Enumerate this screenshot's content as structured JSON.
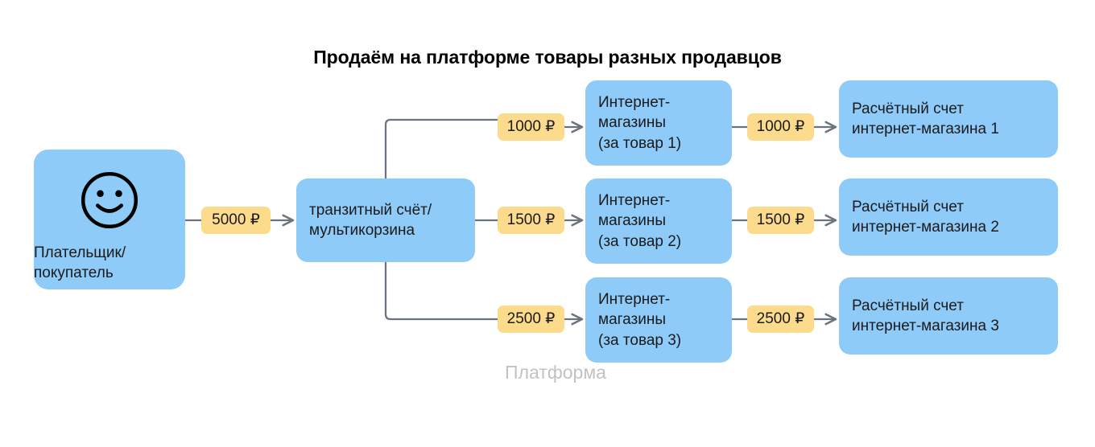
{
  "title": "Продаём на платформе товары разных продавцов",
  "platform_caption": "Платформа",
  "colors": {
    "node_blue": "#8ECBF8",
    "badge_yellow": "#FCDC8C",
    "connector_gray": "#6B7280",
    "caption_gray": "#C2C2C2",
    "title_black": "#000000"
  },
  "nodes": {
    "payer": {
      "label": "Плательщик/\nпокупатель",
      "icon": "smiley-face-icon"
    },
    "transit": {
      "label": "транзитный счёт/\nмультикорзина"
    },
    "shops": [
      {
        "label": "Интернет-\nмагазины\n(за товар 1)"
      },
      {
        "label": "Интернет-\nмагазины\n(за товар 2)"
      },
      {
        "label": "Интернет-\nмагазины\n(за товар 3)"
      }
    ],
    "accounts": [
      {
        "label": "Расчётный счет\nинтернет-магазина 1"
      },
      {
        "label": "Расчётный счет\nинтернет-магазина 2"
      },
      {
        "label": "Расчётный счет\nинтернет-магазина 3"
      }
    ]
  },
  "amounts": {
    "payer_to_transit": "5000 ₽",
    "transit_to_shops": [
      "1000 ₽",
      "1500 ₽",
      "2500 ₽"
    ],
    "shops_to_accounts": [
      "1000 ₽",
      "1500 ₽",
      "2500 ₽"
    ]
  }
}
